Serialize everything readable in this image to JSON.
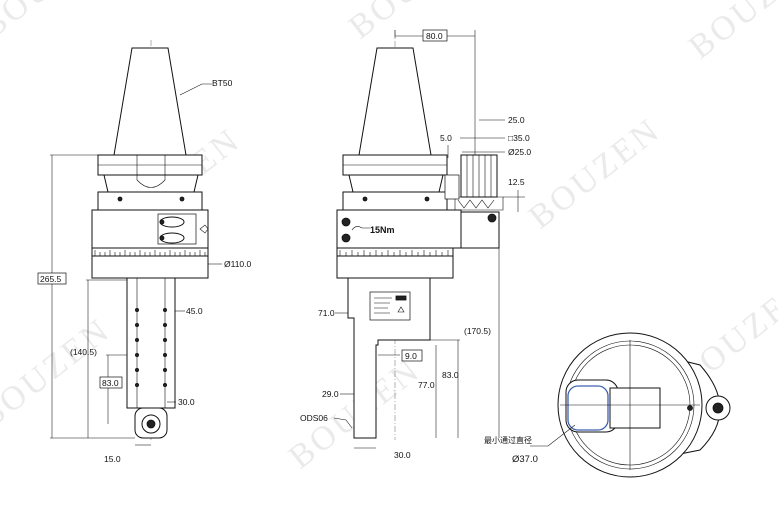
{
  "watermark": "BOUZEN",
  "labels": {
    "taper": "BT50",
    "torque": "15Nm",
    "tool": "ODS06",
    "min_pass_label": "最小通过直径",
    "min_pass_value": "Ø37.0"
  },
  "dims_left": {
    "total_height": "265.5",
    "flange_dia": "Ø110.0",
    "shank_width": "45.0",
    "reach": "(140.5)",
    "slot_len": "83.0",
    "tip_w": "30.0",
    "tip_offset": "15.0"
  },
  "dims_mid": {
    "top_offset": "80.0",
    "stop_w": "25.0",
    "stop_x": "5.0",
    "square": "□35.0",
    "stop_dia": "Ø25.0",
    "stop_h": "12.5",
    "body_w": "71.0",
    "side_reach": "(170.5)",
    "gap": "9.0",
    "len_a": "83.0",
    "len_b": "77.0",
    "tip_h": "29.0",
    "tip_w": "30.0"
  }
}
